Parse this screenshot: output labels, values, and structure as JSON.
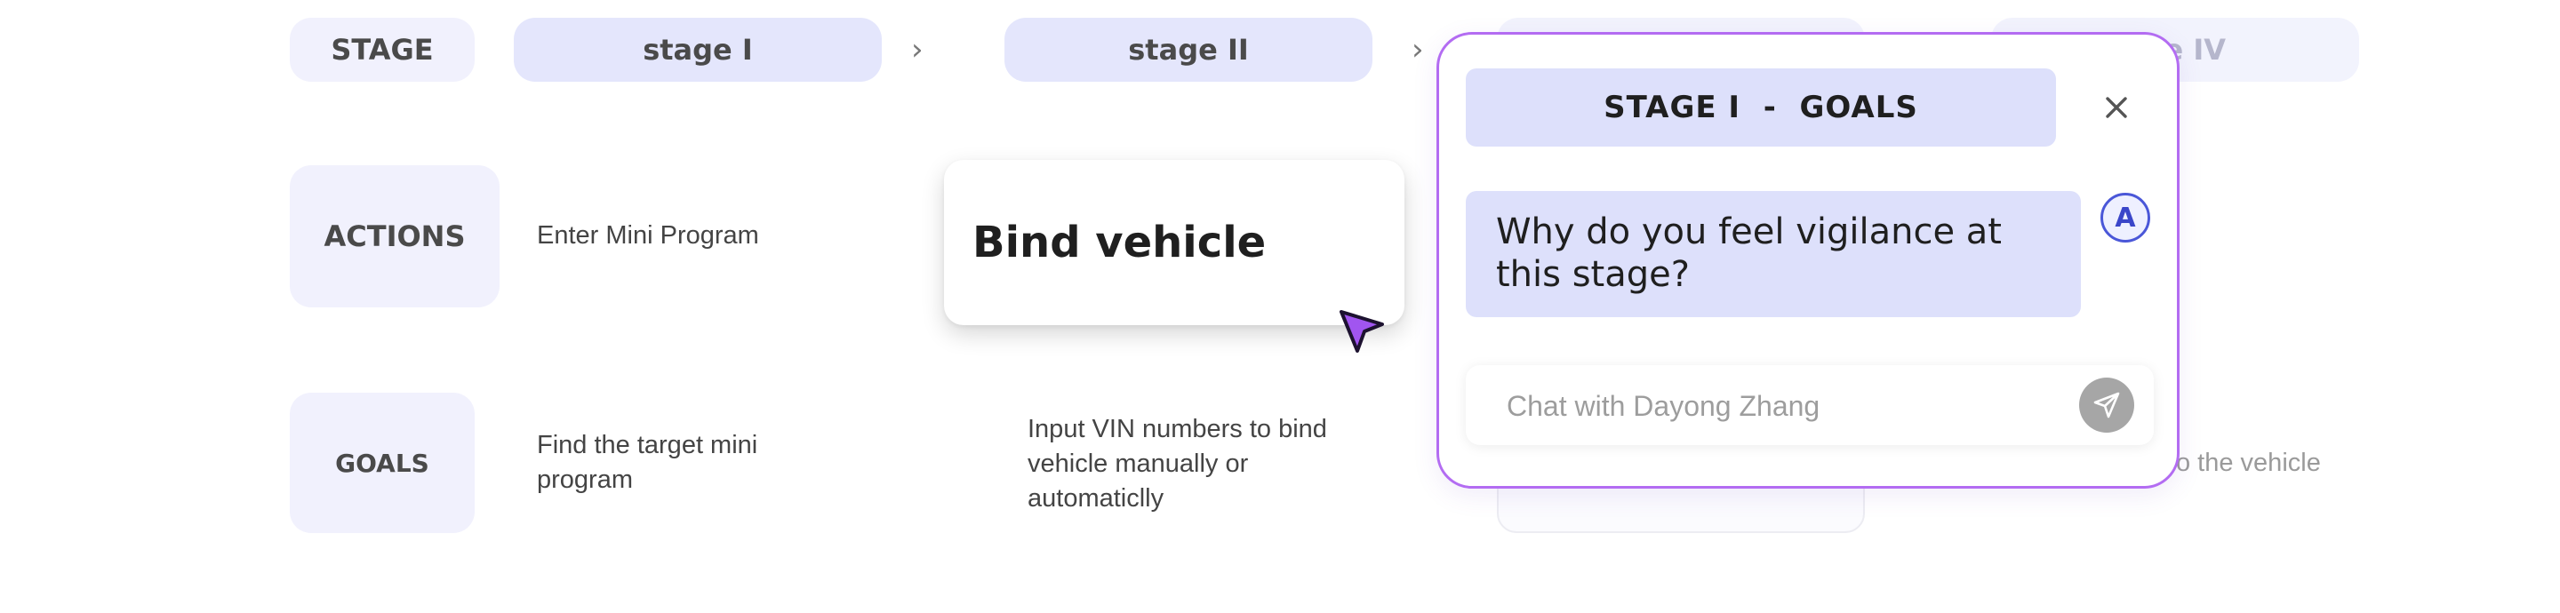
{
  "rows": {
    "stage_label": "STAGE",
    "actions_label": "ACTIONS",
    "goals_label": "GOALS"
  },
  "stages": [
    "stage I",
    "stage II",
    "",
    "e IV"
  ],
  "actions": {
    "stage1": "Enter Mini Program",
    "stage2": "Bind vehicle"
  },
  "goals": {
    "stage1": "Find the target mini program",
    "stage2": "Input VIN numbers to bind vehicle manually or automaticlly",
    "stage4_partial": "o the vehicle"
  },
  "chevron": "›",
  "panel": {
    "title": "STAGE I  -  GOALS",
    "question": "Why do you feel vigilance at this stage?",
    "avatar_letter": "A",
    "chat_placeholder": "Chat with Dayong Zhang"
  },
  "colors": {
    "accent_border": "#b36cf2",
    "pill_bg": "#e4e6fc",
    "cursor": "#a155f0",
    "avatar": "#4a57d8"
  }
}
